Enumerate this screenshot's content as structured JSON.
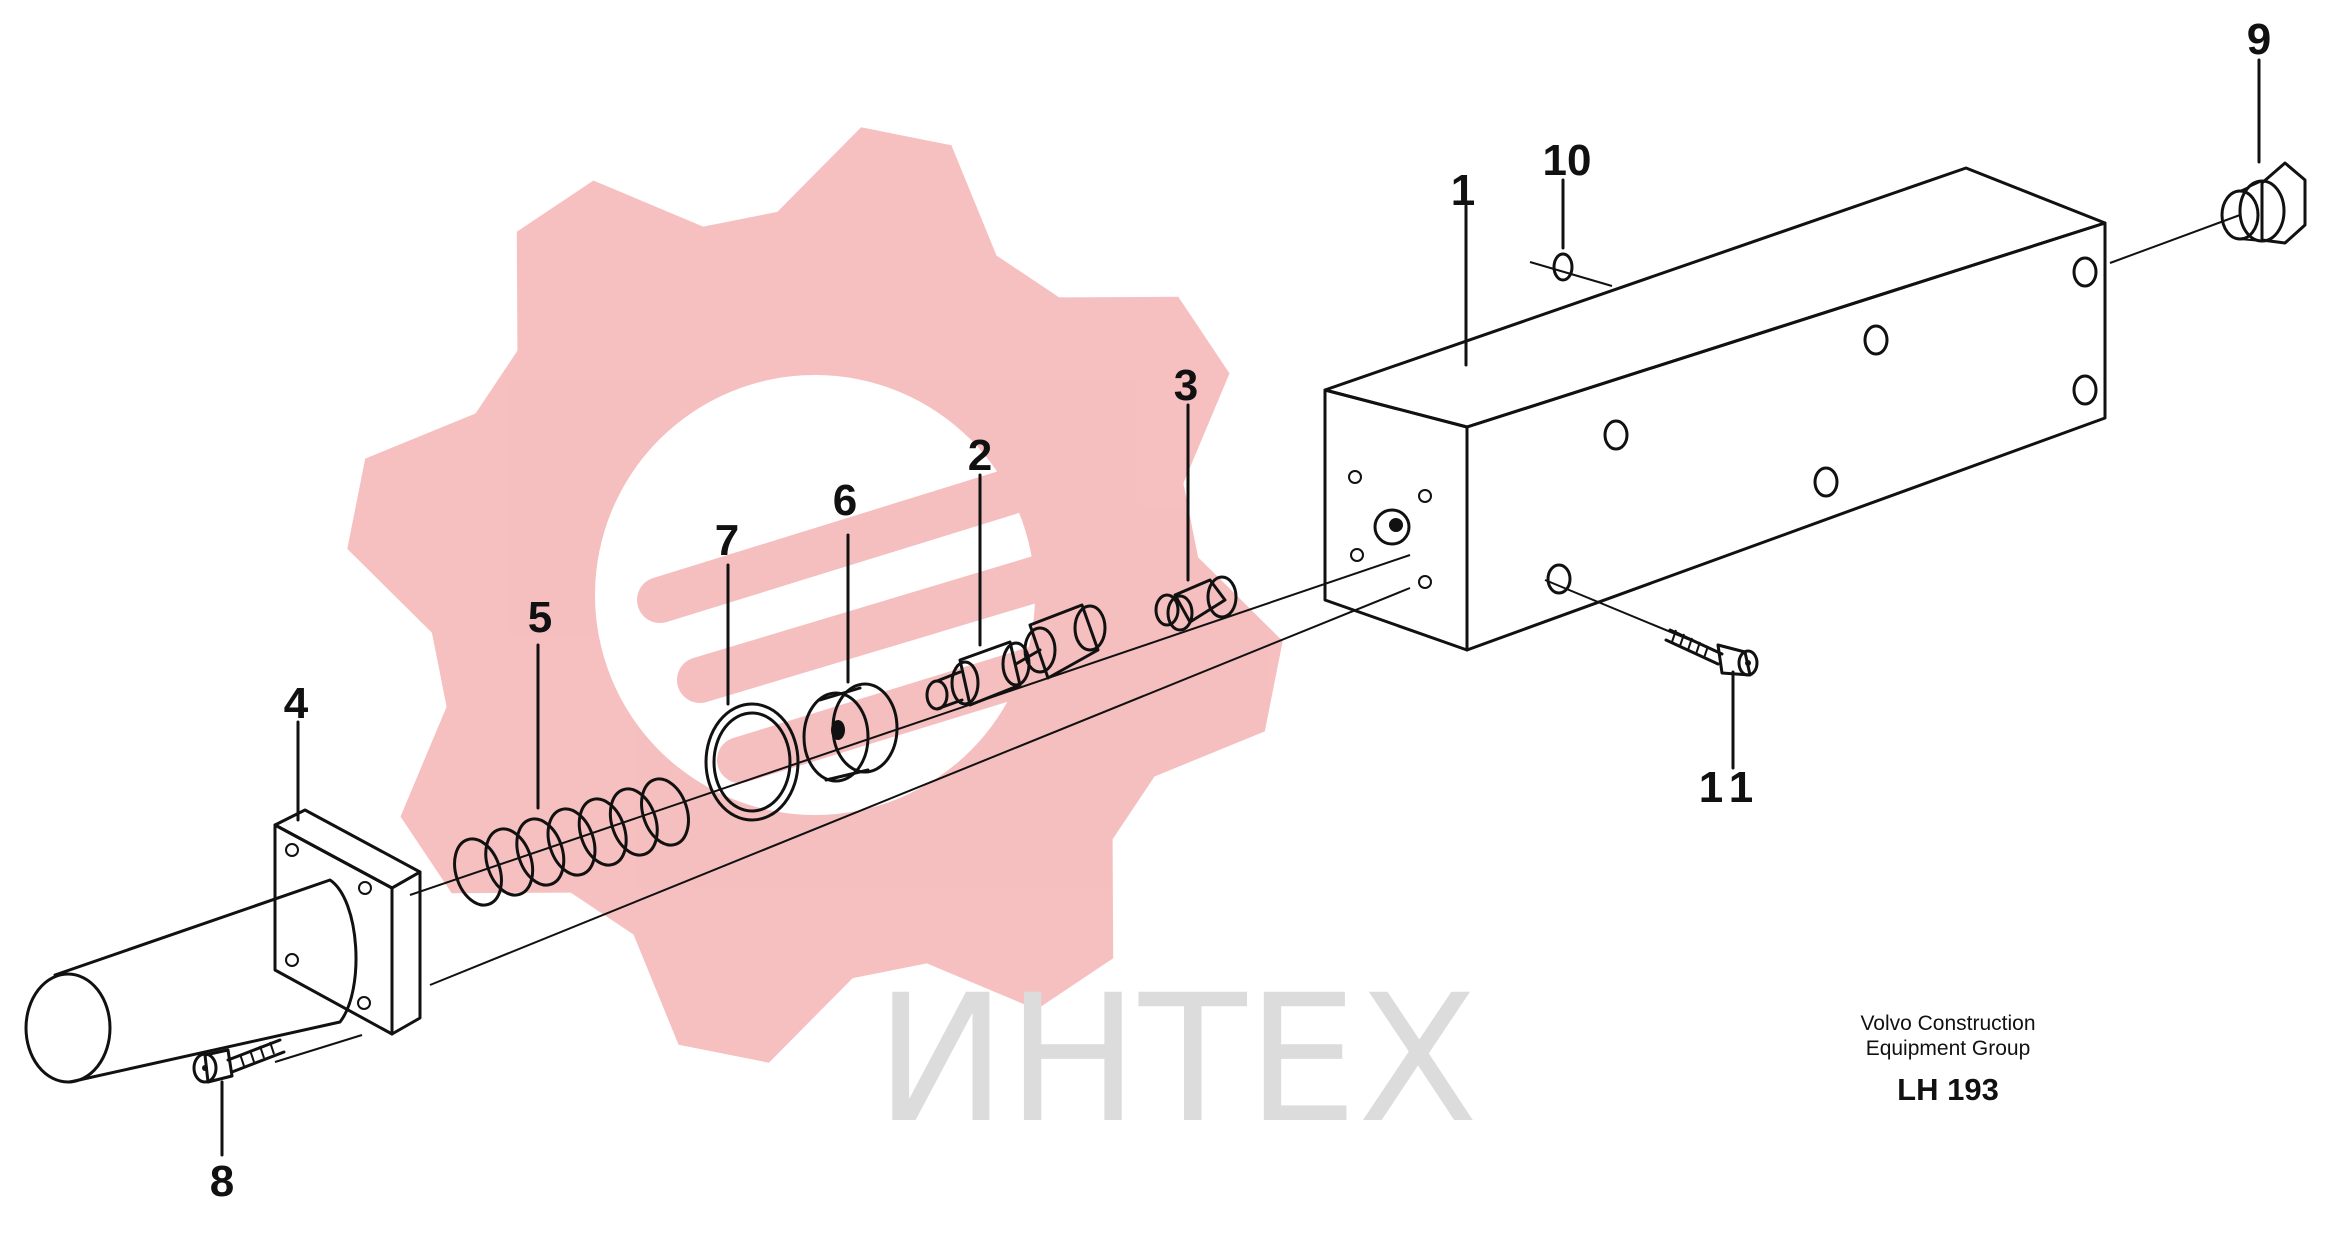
{
  "watermark": {
    "text": "ИНТЕХ",
    "gear_color": "#f5b5b5",
    "text_color": "#dcdcdc"
  },
  "callouts": [
    {
      "id": "1",
      "label": "1"
    },
    {
      "id": "2",
      "label": "2"
    },
    {
      "id": "3",
      "label": "3"
    },
    {
      "id": "4",
      "label": "4"
    },
    {
      "id": "5",
      "label": "5"
    },
    {
      "id": "6",
      "label": "6"
    },
    {
      "id": "7",
      "label": "7"
    },
    {
      "id": "8",
      "label": "8"
    },
    {
      "id": "9",
      "label": "9"
    },
    {
      "id": "10",
      "label": "10"
    },
    {
      "id": "11",
      "label": "11"
    }
  ],
  "caption": {
    "line1": "Volvo Construction",
    "line2": "Equipment Group",
    "code": "LH 193"
  }
}
